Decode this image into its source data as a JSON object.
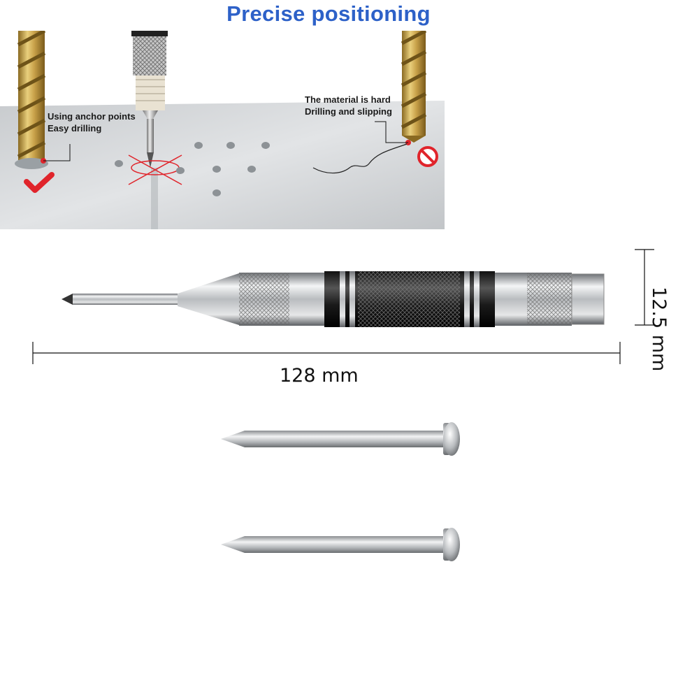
{
  "heading": "Precise positioning",
  "annotations": {
    "left_line1": "Using anchor points",
    "left_line2": "Easy drilling",
    "right_line1": "The material is hard",
    "right_line2": "Drilling and slipping"
  },
  "dimensions": {
    "length_label": "128 mm",
    "diameter_label": "12.5 mm"
  },
  "icons": [
    "check-mark-icon",
    "prohibited-icon"
  ],
  "colors": {
    "heading": "#2d61c8",
    "marker_red": "#e0242b",
    "drill_gold": "#c9a24a",
    "plate": "#d4d6d8"
  }
}
